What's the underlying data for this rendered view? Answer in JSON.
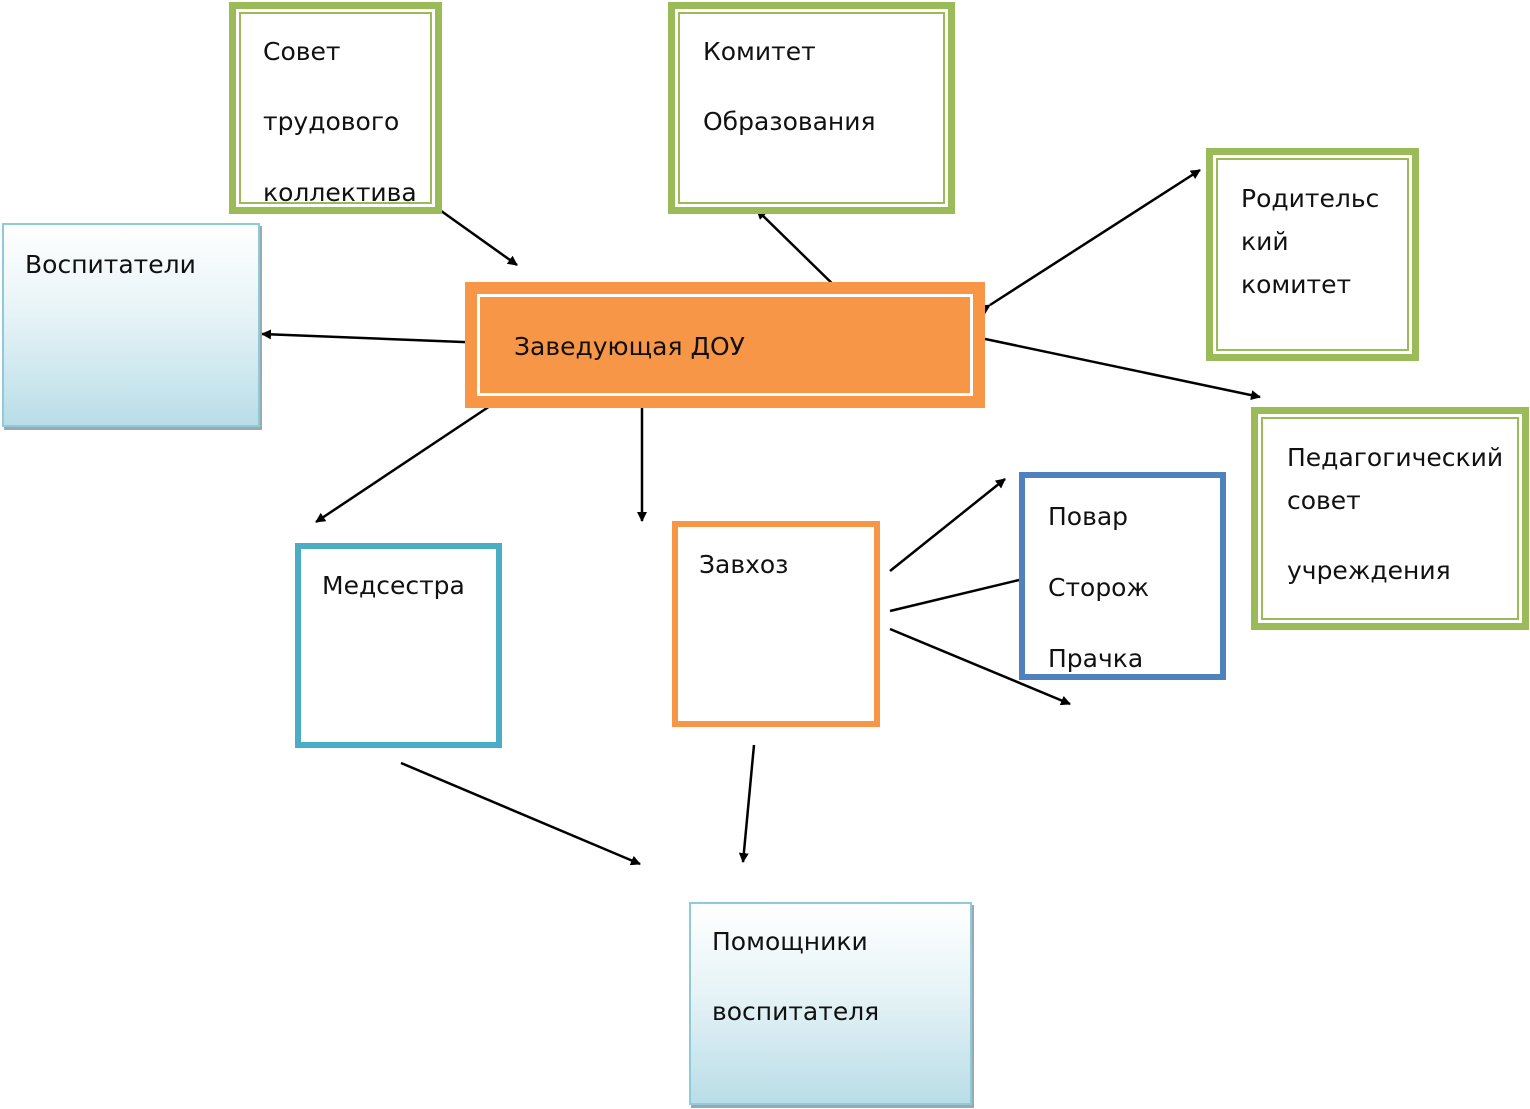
{
  "nodes": {
    "sovet": {
      "lines": [
        "Совет",
        "трудового",
        "коллектива"
      ]
    },
    "komitet": {
      "lines": [
        "Комитет",
        "Образования"
      ]
    },
    "roditelskiy": {
      "lines": [
        "Родительс",
        "кий",
        "комитет"
      ]
    },
    "vospitateli": {
      "lines": [
        "Воспитатели"
      ]
    },
    "zaveduyushchaya": {
      "lines": [
        "Заведующая ДОУ"
      ]
    },
    "pedsovet": {
      "lines": [
        "Педагогический",
        "совет",
        "учреждения"
      ]
    },
    "medsestra": {
      "lines": [
        "Медсестра"
      ]
    },
    "zavkhoz": {
      "lines": [
        "Завхоз"
      ]
    },
    "staff": {
      "lines": [
        "Повар",
        "Сторож",
        "Прачка"
      ]
    },
    "pomoshchniki": {
      "lines": [
        "Помощники",
        "воспитателя"
      ]
    }
  },
  "colors": {
    "green": "#9bbb59",
    "orange": "#f79646",
    "teal": "#4bacc6",
    "blue": "#4f81bd",
    "light_blue": "#b9dde7",
    "arrow": "#000000"
  }
}
